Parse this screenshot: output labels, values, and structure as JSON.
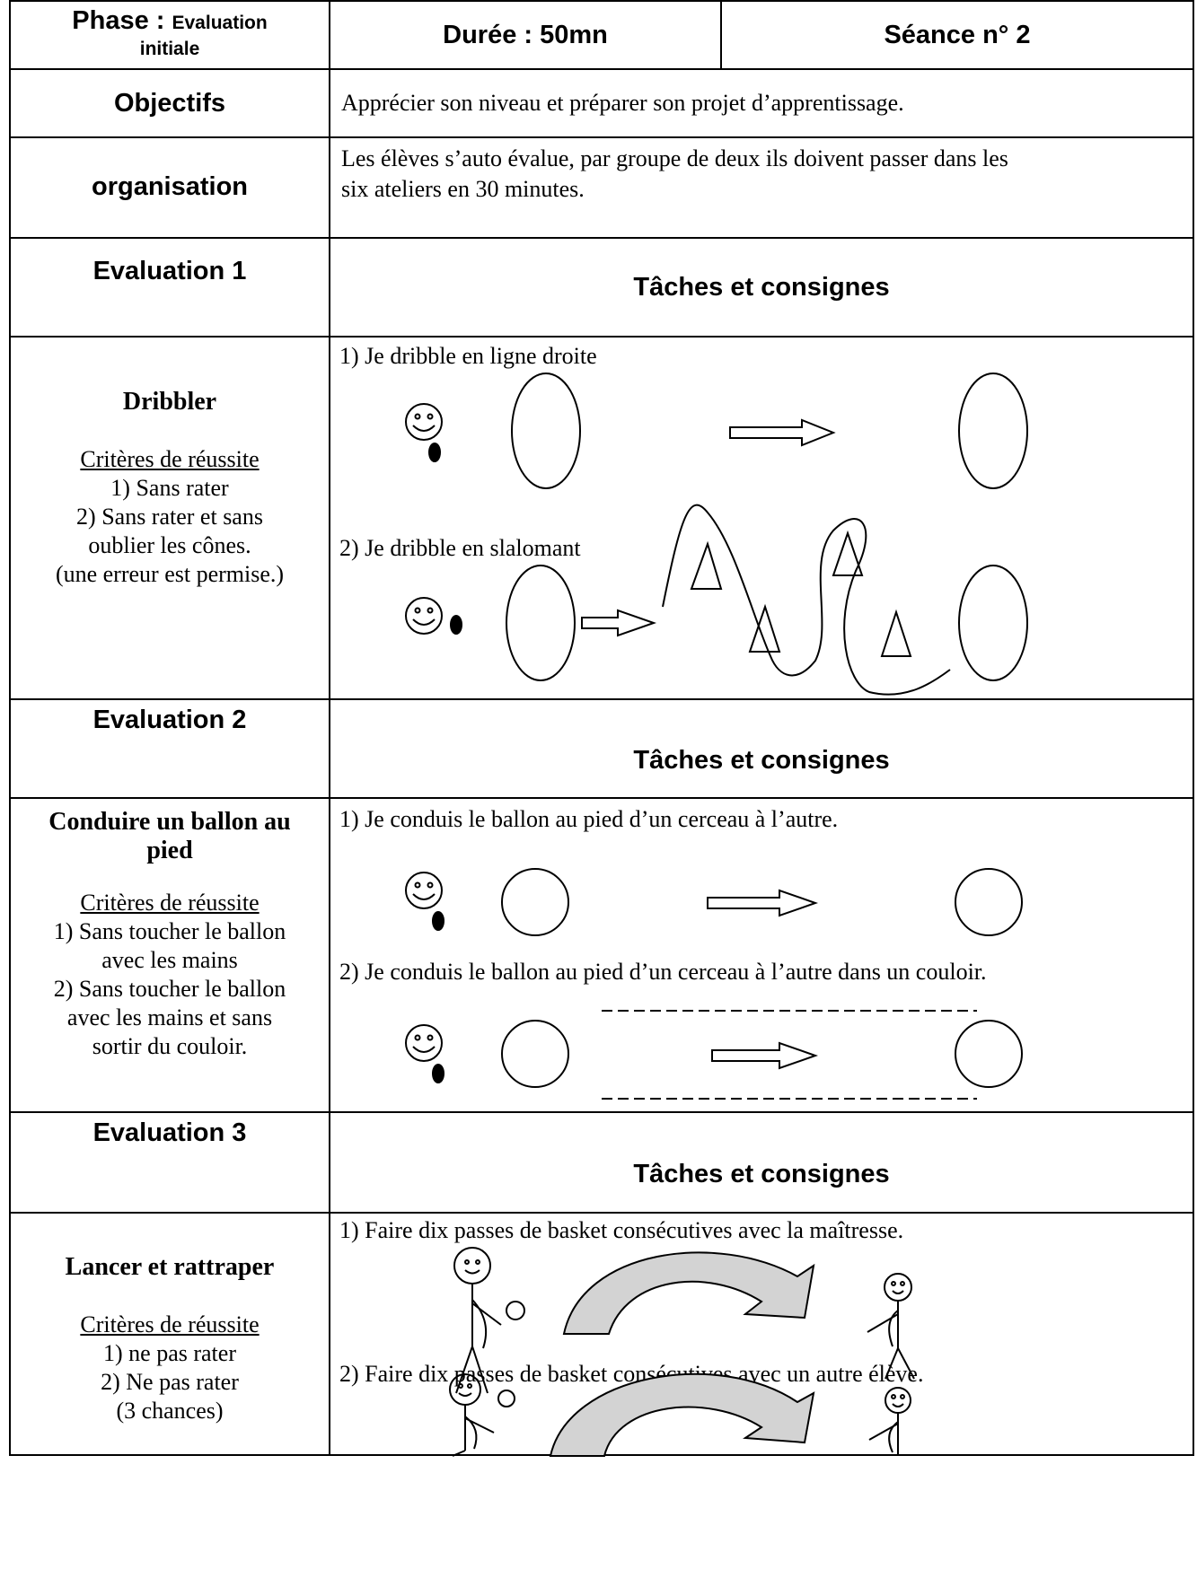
{
  "header": {
    "phase_label": "Phase : ",
    "phase_value_1": "Evaluation",
    "phase_value_2": "initiale",
    "duree": "Durée : 50mn",
    "seance": "Séance n° 2"
  },
  "objectifs": {
    "label": "Objectifs",
    "text": "Apprécier son niveau et préparer son projet d’apprentissage."
  },
  "organisation": {
    "label": "organisation",
    "text_line1": "Les élèves s’auto évalue, par groupe de deux ils doivent passer dans les",
    "text_line2": "six ateliers en 30 minutes."
  },
  "eval1": {
    "label": "Evaluation 1",
    "tasks_title": "Tâches et consignes",
    "skill": "Dribbler",
    "criteria_title": "Critères de réussite",
    "criteria": [
      "1) Sans rater",
      "2) Sans rater et sans",
      "oublier les cônes.",
      "(une erreur est permise.)"
    ],
    "step1": "1) Je dribble en ligne droite",
    "step2": "2) Je dribble en slalomant"
  },
  "eval2": {
    "label": "Evaluation 2",
    "tasks_title": "Tâches et consignes",
    "skill_line1": "Conduire un ballon au",
    "skill_line2": "pied",
    "criteria_title": "Critères de réussite",
    "criteria": [
      "1) Sans toucher le ballon",
      "avec les mains",
      "2) Sans toucher le ballon",
      "avec les mains et sans",
      "sortir du couloir."
    ],
    "step1": "1) Je conduis le ballon au pied d’un cerceau à l’autre.",
    "step2": "2) Je conduis le ballon au pied d’un cerceau à l’autre dans un couloir."
  },
  "eval3": {
    "label": "Evaluation 3",
    "tasks_title": "Tâches et consignes",
    "skill": "Lancer et rattraper",
    "criteria_title": "Critères de réussite",
    "criteria": [
      "1)   ne pas rater",
      "2)   Ne pas rater",
      "(3 chances)"
    ],
    "step1": "1) Faire dix passes de basket consécutives avec la maîtresse.",
    "step2": "2) Faire dix passes de basket consécutives avec un autre élève."
  }
}
